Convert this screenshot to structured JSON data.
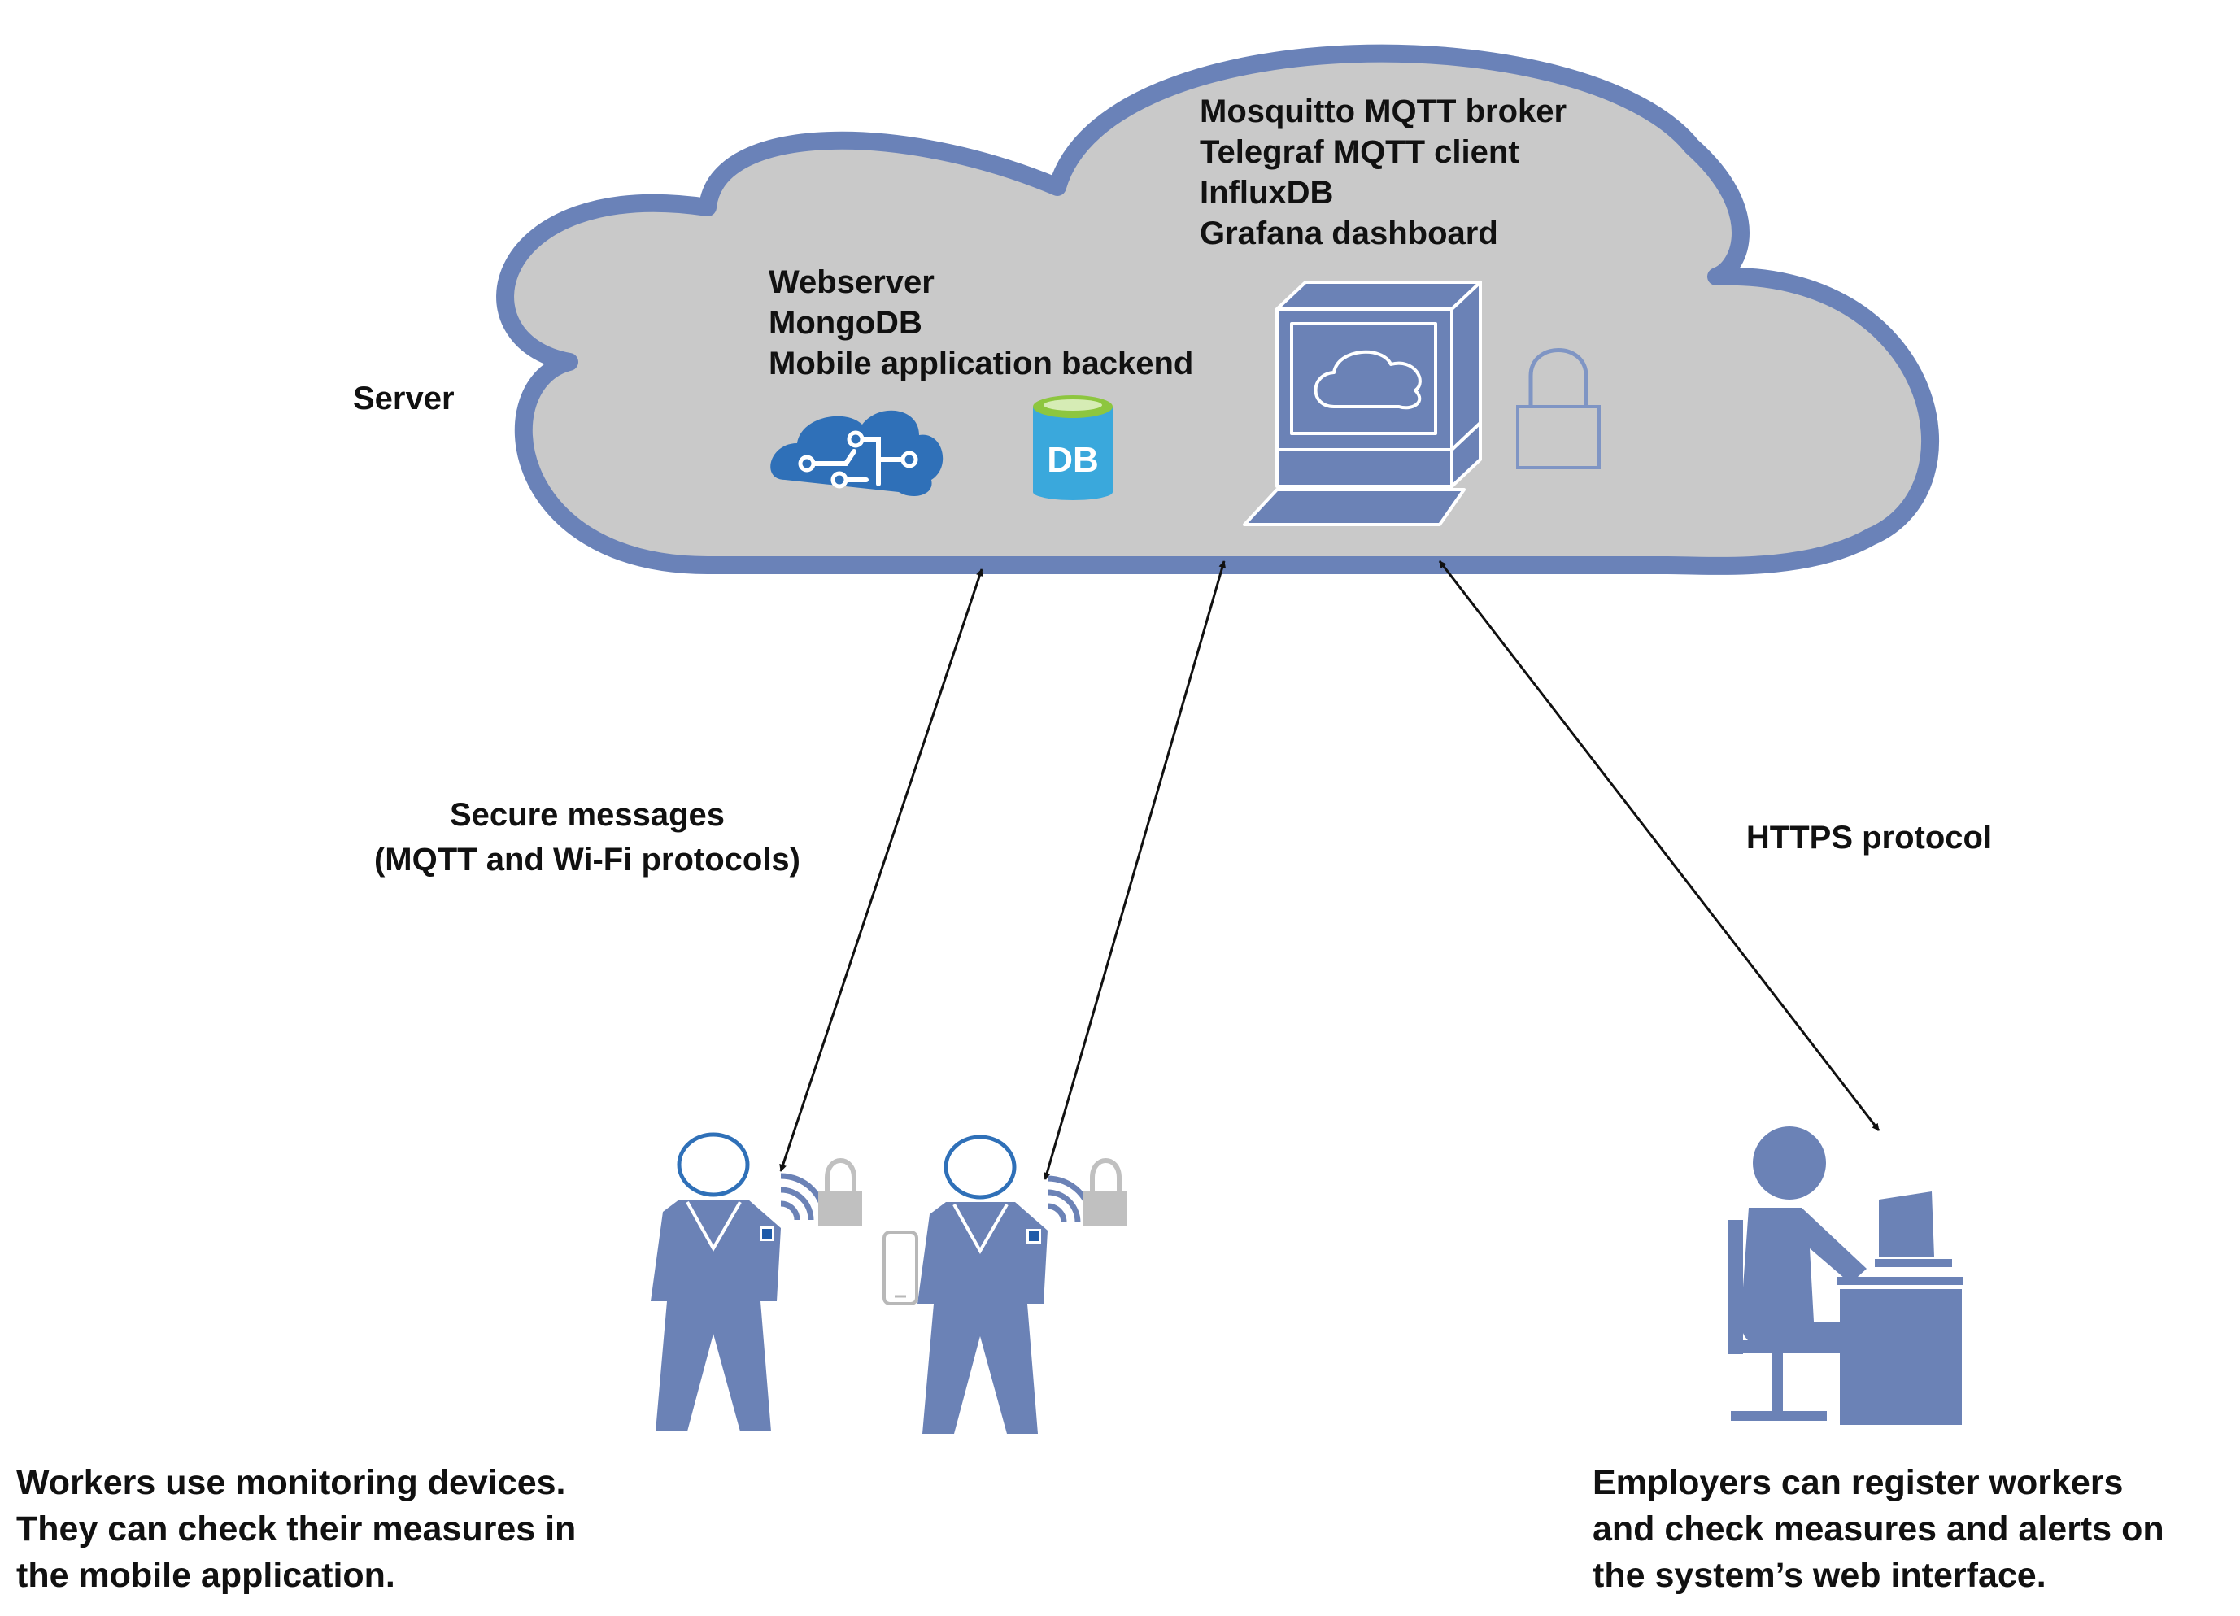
{
  "server": {
    "label": "Server",
    "broker_list": [
      "Mosquitto MQTT broker",
      "Telegraf MQTT client",
      "InfluxDB",
      "Grafana dashboard"
    ],
    "backend_list": [
      "Webserver",
      "MongoDB",
      "Mobile application backend"
    ],
    "db_icon_text": "DB"
  },
  "connections": {
    "secure_label_line1": "Secure messages",
    "secure_label_line2": "(MQTT and Wi-Fi protocols)",
    "https_label": "HTTPS protocol"
  },
  "workers_text": [
    "Workers use monitoring devices.",
    "They can check their measures in",
    "the mobile application."
  ],
  "employers_text": [
    "Employers can register workers",
    "and check measures and alerts on",
    "the system’s web interface."
  ],
  "colors": {
    "cloud_fill": "#c9c9c9",
    "cloud_outline": "#6a82b8",
    "figure": "#6b82b6",
    "db_blue": "#3aa8dc",
    "db_green": "#8dc63f",
    "lock_gray": "#c0c0c0",
    "arrow": "#111111"
  }
}
